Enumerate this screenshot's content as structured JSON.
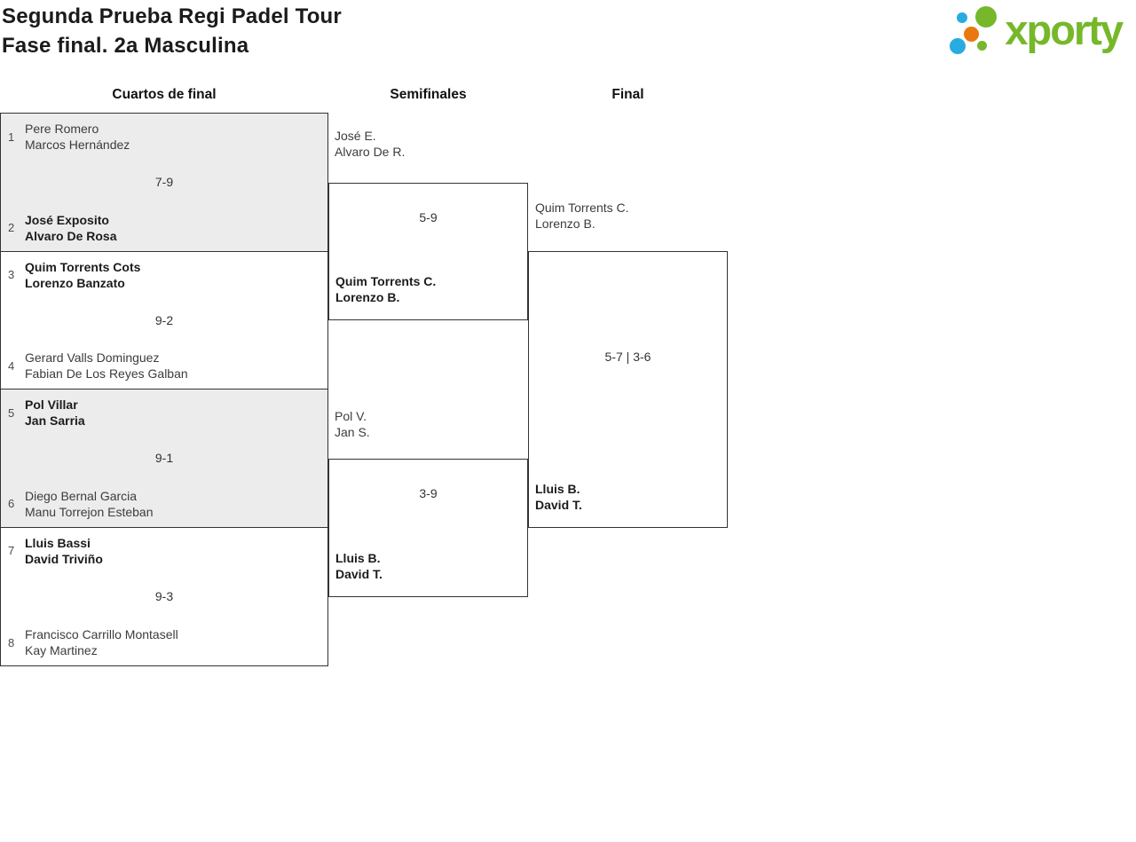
{
  "header": {
    "title_line1": "Segunda Prueba Regi Padel Tour",
    "title_line2": "Fase final. 2a Masculina",
    "logo_text": "xporty",
    "logo_colors": {
      "green": "#76b82a",
      "blue": "#29abe2",
      "orange": "#e8790f"
    }
  },
  "columns": {
    "quarterfinals": "Cuartos de final",
    "semifinals": "Semifinales",
    "final": "Final"
  },
  "bracket": {
    "quarterfinals": [
      {
        "seed_top": "1",
        "team_top_1": "Pere Romero",
        "team_top_2": "Marcos Hernández",
        "score": "7-9",
        "seed_bottom": "2",
        "team_bottom_1": "José Exposito",
        "team_bottom_2": "Alvaro De Rosa",
        "winner": "bottom"
      },
      {
        "seed_top": "3",
        "team_top_1": "Quim Torrents Cots",
        "team_top_2": "Lorenzo Banzato",
        "score": "9-2",
        "seed_bottom": "4",
        "team_bottom_1": "Gerard Valls Dominguez",
        "team_bottom_2": "Fabian De Los Reyes Galban",
        "winner": "top"
      },
      {
        "seed_top": "5",
        "team_top_1": "Pol Villar",
        "team_top_2": "Jan Sarria",
        "score": "9-1",
        "seed_bottom": "6",
        "team_bottom_1": "Diego Bernal Garcia",
        "team_bottom_2": "Manu Torrejon Esteban",
        "winner": "top"
      },
      {
        "seed_top": "7",
        "team_top_1": "Lluis Bassi",
        "team_top_2": "David Triviño",
        "score": "9-3",
        "seed_bottom": "8",
        "team_bottom_1": "Francisco Carrillo Montasell",
        "team_bottom_2": "Kay Martinez",
        "winner": "top"
      }
    ],
    "semifinals": [
      {
        "team_top_1": "José E.",
        "team_top_2": "Alvaro De R.",
        "score": "5-9",
        "winner_1": "Quim Torrents C.",
        "winner_2": "Lorenzo B."
      },
      {
        "team_top_1": "Pol V.",
        "team_top_2": "Jan S.",
        "score": "3-9",
        "winner_1": "Lluis B.",
        "winner_2": "David T."
      }
    ],
    "final": {
      "team_top_1": "Quim Torrents C.",
      "team_top_2": "Lorenzo B.",
      "score": "5-7 | 3-6",
      "winner_1": "Lluis B.",
      "winner_2": "David T."
    }
  }
}
